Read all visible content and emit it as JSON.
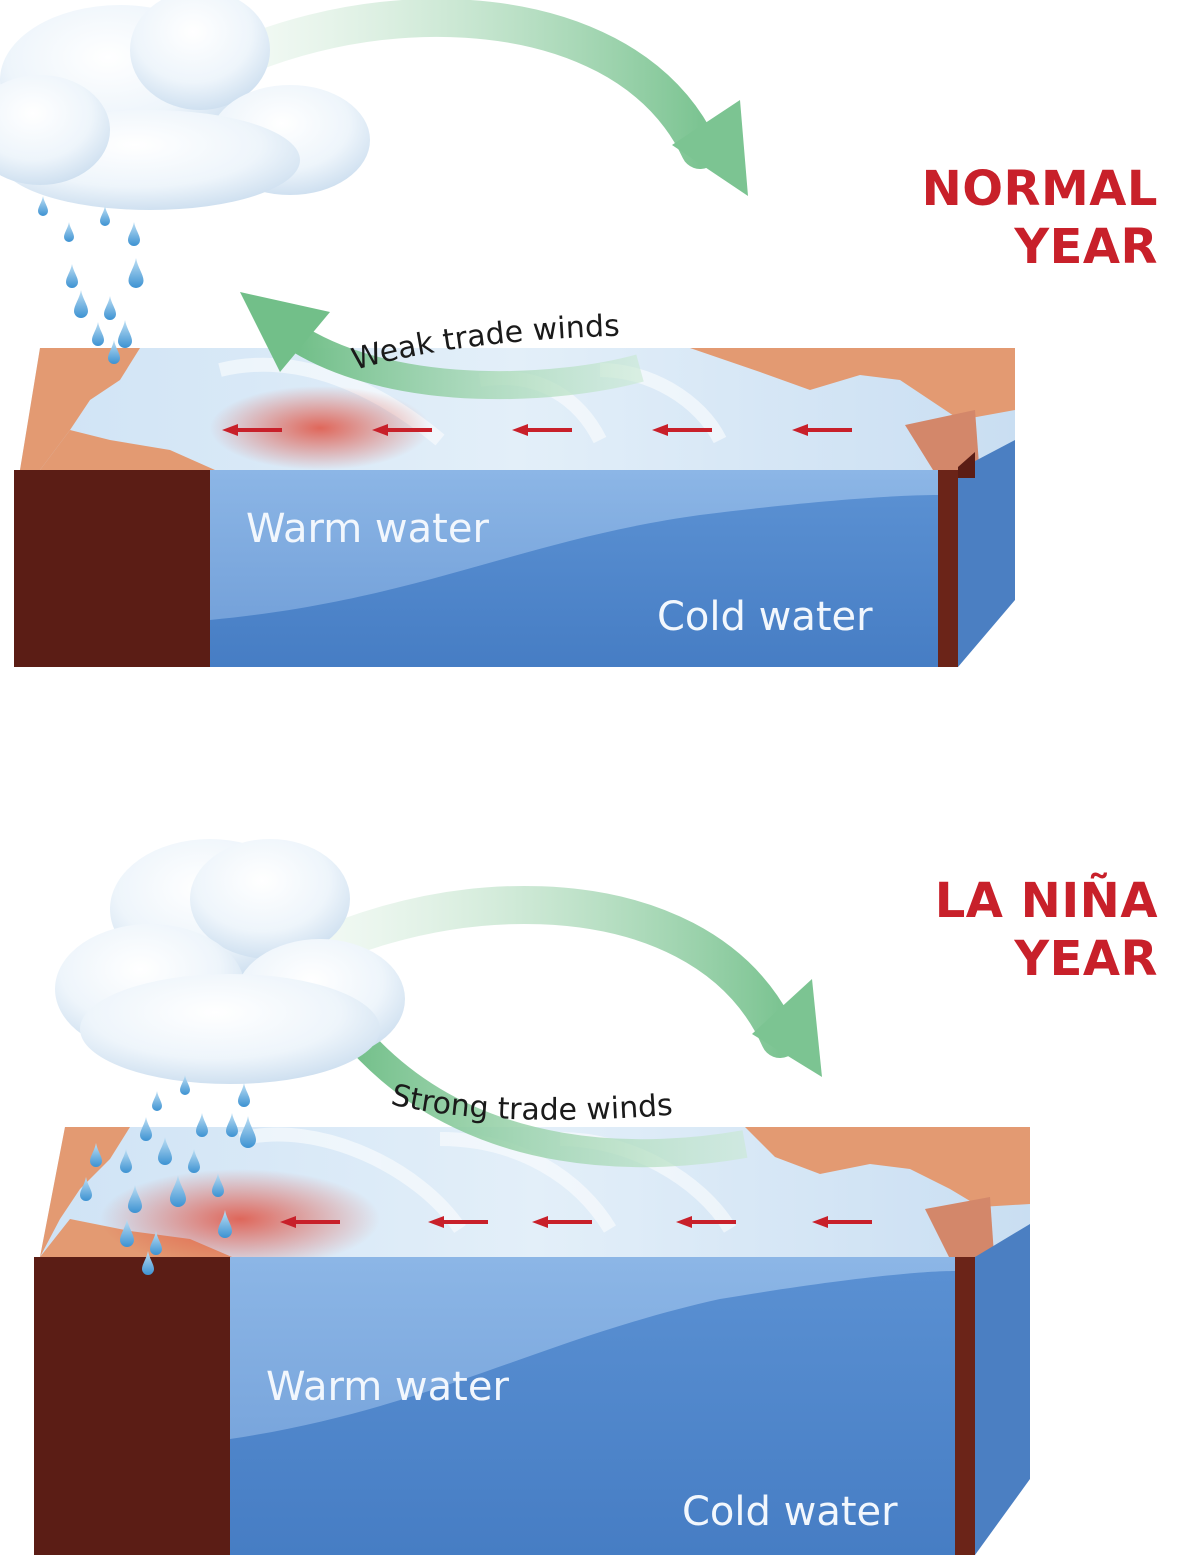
{
  "panels": [
    {
      "title_line1": "NORMAL",
      "title_line2": "YEAR",
      "wind_label": "Weak trade winds",
      "warm_label": "Warm water",
      "cold_label": "Cold water"
    },
    {
      "title_line1": "LA NIÑA",
      "title_line2": "YEAR",
      "wind_label": "Strong trade winds",
      "warm_label": "Warm water",
      "cold_label": "Cold water"
    }
  ],
  "colors": {
    "title": "#c8202a",
    "land_top": "#e39a72",
    "land_side": "#5b1d15",
    "ocean_top": "#d7e9f8",
    "ocean_front": "#6f9fd8",
    "cold_water": "#4f86cc",
    "warm_spot": "#e0503f",
    "arrow_green": "#8ccc9e",
    "current_arrow": "#c8202a",
    "rain": "#5aa6dc"
  },
  "icons": [
    "cloud-icon",
    "rain-icon",
    "circulation-arrow-icon",
    "trade-wind-arrow-icon",
    "current-arrow-icon"
  ]
}
